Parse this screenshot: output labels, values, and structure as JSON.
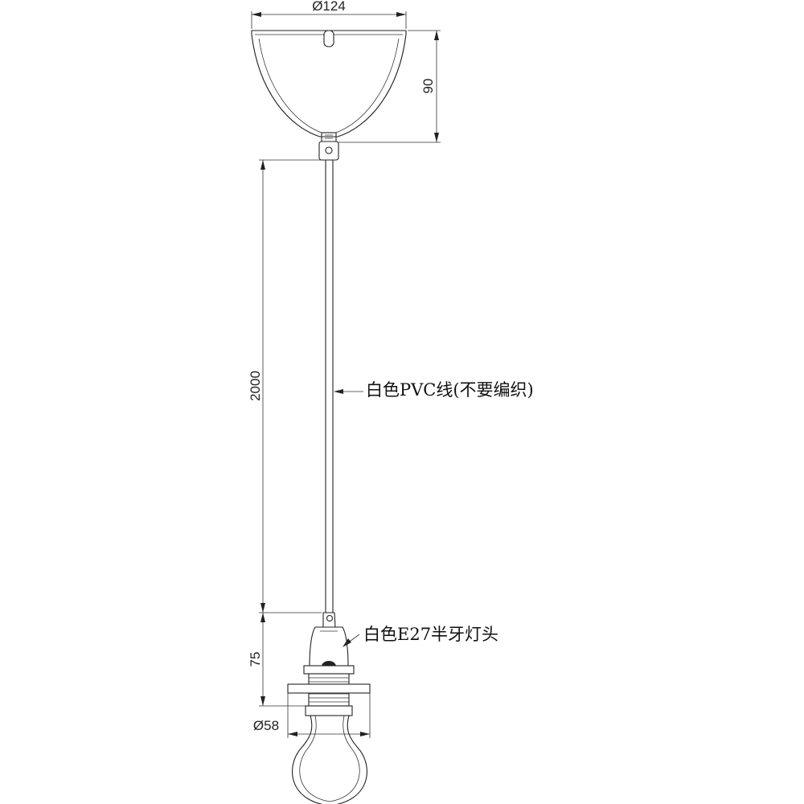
{
  "dimensions": {
    "canopy_diameter": "Ø124",
    "canopy_height": "90",
    "cable_length": "2000",
    "holder_height": "75",
    "holder_diameter": "Ø58"
  },
  "annotations": {
    "cable_note": "白色PVC线(不要编织)",
    "holder_note": "白色E27半牙灯头"
  }
}
